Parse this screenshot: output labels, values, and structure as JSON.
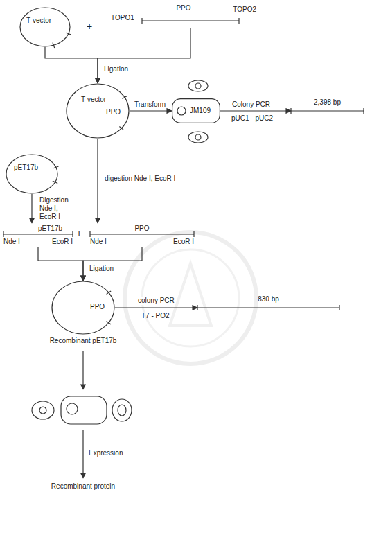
{
  "diagram": {
    "nodes": [
      {
        "text": [
          "T-vector"
        ]
      },
      {
        "text": [
          "TOPO1",
          "PPO",
          "TOPO2"
        ]
      },
      {
        "text": [
          "T-vector",
          "PPO"
        ]
      },
      {
        "text": [
          "JM109"
        ]
      },
      {
        "text": [
          "2,398 bp"
        ]
      },
      {
        "text": [
          "pET17b"
        ]
      },
      {
        "text": [
          "Nde I",
          "pET17b",
          "EcoR I"
        ]
      },
      {
        "text": [
          "Nde I",
          "PPO",
          "EcoR I"
        ]
      },
      {
        "text": [
          "PPO",
          "Recombinant pET17b"
        ]
      },
      {
        "text": [
          "830 bp"
        ]
      }
    ],
    "edges": [
      {
        "from": 0,
        "to": 2,
        "arrow": "to",
        "label": "Ligation"
      },
      {
        "from": 1,
        "to": 2,
        "arrow": "to"
      },
      {
        "from": 2,
        "to": 3,
        "arrow": "to",
        "label": "Transform"
      },
      {
        "from": 3,
        "to": 4,
        "arrow": "to",
        "label": "Colony PCR"
      },
      {
        "from": 5,
        "to": 6,
        "arrow": "to",
        "label": "Digestion Nde I, EcoR I"
      },
      {
        "from": 2,
        "to": 7,
        "arrow": "to",
        "label": "digestion Nde I, EcoR I"
      },
      {
        "from": 6,
        "to": 8,
        "arrow": "to",
        "label": "Ligation"
      },
      {
        "from": 7,
        "to": 8,
        "arrow": "to"
      },
      {
        "from": 8,
        "to": 9,
        "arrow": "to",
        "label": "colony PCR"
      }
    ],
    "labels": [
      "+",
      "+",
      "pUC1 - pUC2",
      "T7 - PO2",
      "Expression",
      "Recombinant protein"
    ]
  }
}
